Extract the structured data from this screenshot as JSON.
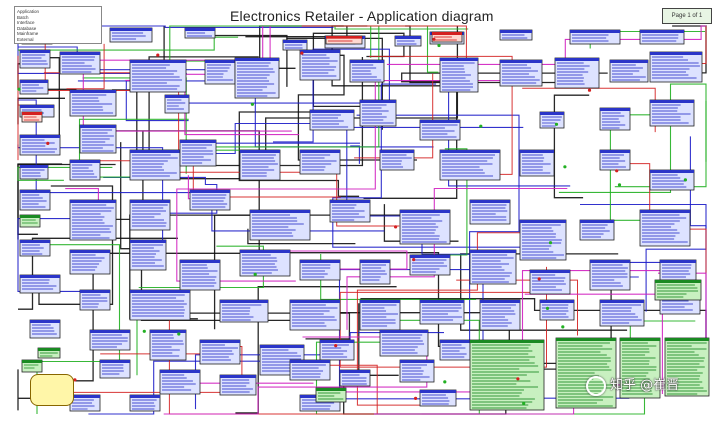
{
  "diagram": {
    "title": "Electronics Retailer - Application diagram",
    "page_label": "Page 1 of 1",
    "legend_lines": [
      "Application",
      "Batch",
      "Interface",
      "Database",
      "Mainframe",
      "External"
    ],
    "note_text": "",
    "watermark": "知乎 @崔晋",
    "colors": {
      "node_fill": "#dde2ff",
      "node_header": "#2b35c8",
      "green_fill": "#c8f0c0",
      "green_border": "#1a8a22",
      "pink_fill": "#ffd8d0",
      "black_line": "#111111",
      "blue_line": "#1c1cc8",
      "green_line": "#22b022",
      "red_line": "#d42020",
      "magenta_line": "#d020c0",
      "note_fill": "#fff6a8"
    }
  }
}
